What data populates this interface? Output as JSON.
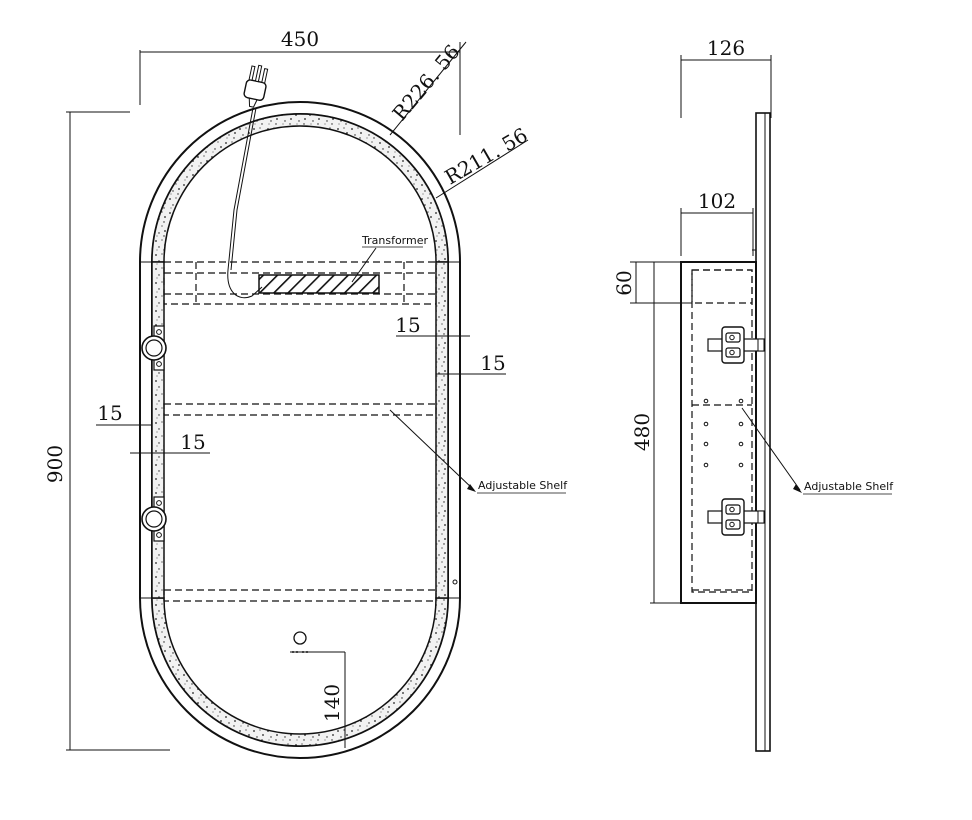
{
  "front_view": {
    "dimensions": {
      "width": "450",
      "outer_radius": "R226. 56",
      "inner_radius": "R211. 56",
      "height": "900",
      "shelf_gap_top": "15",
      "frame_right": "15",
      "frame_left_outer": "15",
      "frame_left_inner": "15",
      "sensor_height": "140"
    },
    "labels": {
      "transformer": "Transformer",
      "adjustable_shelf": "Adjustable Shelf"
    }
  },
  "side_view": {
    "dimensions": {
      "total_depth": "126",
      "cabinet_depth": "102",
      "top_offset": "60",
      "cabinet_height": "480"
    },
    "labels": {
      "adjustable_shelf": "Adjustable Shelf"
    }
  },
  "colors": {
    "line": "#111111",
    "background": "#ffffff"
  },
  "icons": [
    "power-plug-icon",
    "hinge-icon",
    "sensor-icon"
  ]
}
